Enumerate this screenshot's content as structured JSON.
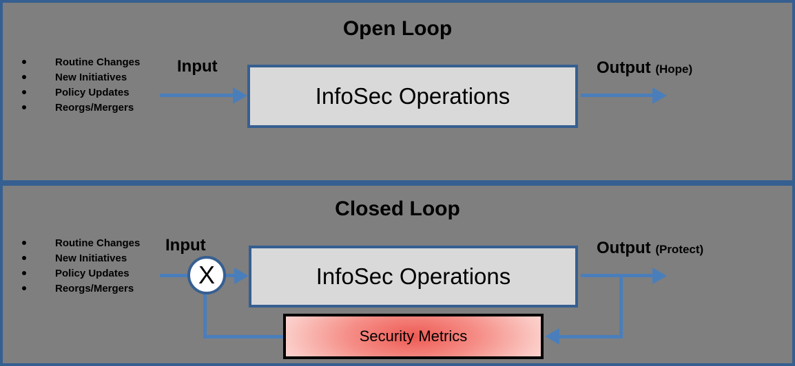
{
  "colors": {
    "panel_bg": "#7f7f7f",
    "border_blue": "#365f91",
    "arrow_blue": "#4a7ebb",
    "process_fill": "#d9d9d9",
    "metrics_center": "#ee5a54",
    "metrics_edge": "#fdeae8"
  },
  "open_loop": {
    "title": "Open Loop",
    "inputs": [
      "Routine Changes",
      "New Initiatives",
      "Policy Updates",
      "Reorgs/Mergers"
    ],
    "input_label": "Input",
    "process_label": "InfoSec Operations",
    "output_label": "Output",
    "output_qualifier": "(Hope)"
  },
  "closed_loop": {
    "title": "Closed Loop",
    "inputs": [
      "Routine Changes",
      "New Initiatives",
      "Policy Updates",
      "Reorgs/Mergers"
    ],
    "input_label": "Input",
    "junction_label": "X",
    "process_label": "InfoSec Operations",
    "output_label": "Output",
    "output_qualifier": "(Protect)",
    "feedback_label": "Security Metrics"
  }
}
